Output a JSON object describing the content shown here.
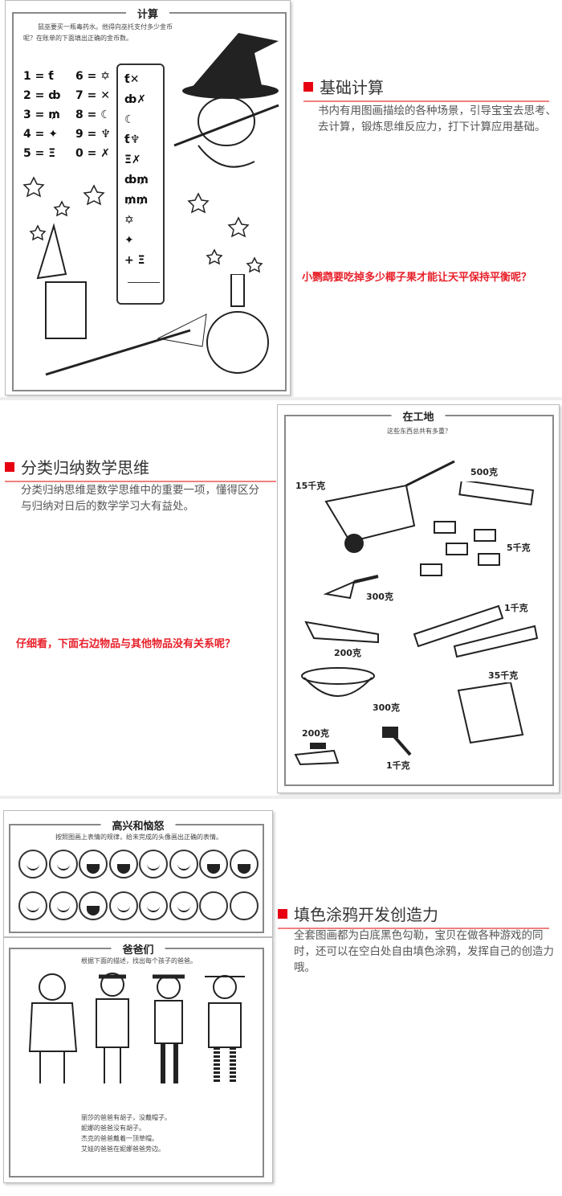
{
  "section1": {
    "worksheet": {
      "title": "计算",
      "instruction": "鼠巫要买一瓶毒药水。他得向巫托支付多少金币呢？在账单的下面填出正确的金币数。",
      "legend": [
        {
          "num": "1",
          "sym": "ƭ"
        },
        {
          "num": "2",
          "sym": "ȸ"
        },
        {
          "num": "3",
          "sym": "₥"
        },
        {
          "num": "4",
          "sym": "✦"
        },
        {
          "num": "5",
          "sym": "Ξ"
        },
        {
          "num": "6",
          "sym": "✡"
        },
        {
          "num": "7",
          "sym": "✕"
        },
        {
          "num": "8",
          "sym": "☾"
        },
        {
          "num": "9",
          "sym": "♆"
        },
        {
          "num": "0",
          "sym": "✗"
        }
      ],
      "scroll": [
        "ƭ✕",
        "ȸ✗",
        "☾",
        "ƭ♆",
        "Ξ✗",
        "ȸ₥",
        "₥₥",
        "✡",
        "✦",
        "+ Ξ"
      ]
    },
    "heading": "基础计算",
    "body": "书内有用图画描绘的各种场景，引导宝宝去思考、去计算，锻炼思维反应力，打下计算应用基础。",
    "question": "小鹦鹉要吃掉多少椰子果才能让天平保持平衡呢？"
  },
  "section2": {
    "heading": "分类归纳数学思维",
    "body": "分类归纳思维是数学思维中的重要一项，懂得区分与归纳对日后的数学学习大有益处。",
    "question": "仔细看，下面右边物品与其他物品没有关系呢？",
    "worksheet": {
      "title": "在工地",
      "instruction": "这些东西总共有多重？",
      "labels": [
        "15千克",
        "500克",
        "5千克",
        "300克",
        "1千克",
        "200克",
        "35千克",
        "300克",
        "200克",
        "1千克"
      ]
    }
  },
  "section3": {
    "sheet1": {
      "title": "高兴和恼怒",
      "instruction": "按照图画上表情的规律，给未完成的头像画出正确的表情。"
    },
    "sheet2": {
      "title": "爸爸们",
      "instruction": "根据下面的描述，找出每个孩子的爸爸。",
      "clues": [
        "丽莎的爸爸有胡子，没戴帽子。",
        "妮娜的爸爸没有胡子。",
        "杰克的爸爸戴着一顶草帽。",
        "艾娃的爸爸在妮娜爸爸旁边。"
      ]
    },
    "heading": "填色涂鸦开发创造力",
    "body": "全套图画都为白底黑色勾勒，宝贝在做各种游戏的同时，还可以在空白处自由填色涂鸦，发挥自己的创造力哦。"
  },
  "colors": {
    "accent": "#e60012",
    "underline": "#f08080"
  }
}
